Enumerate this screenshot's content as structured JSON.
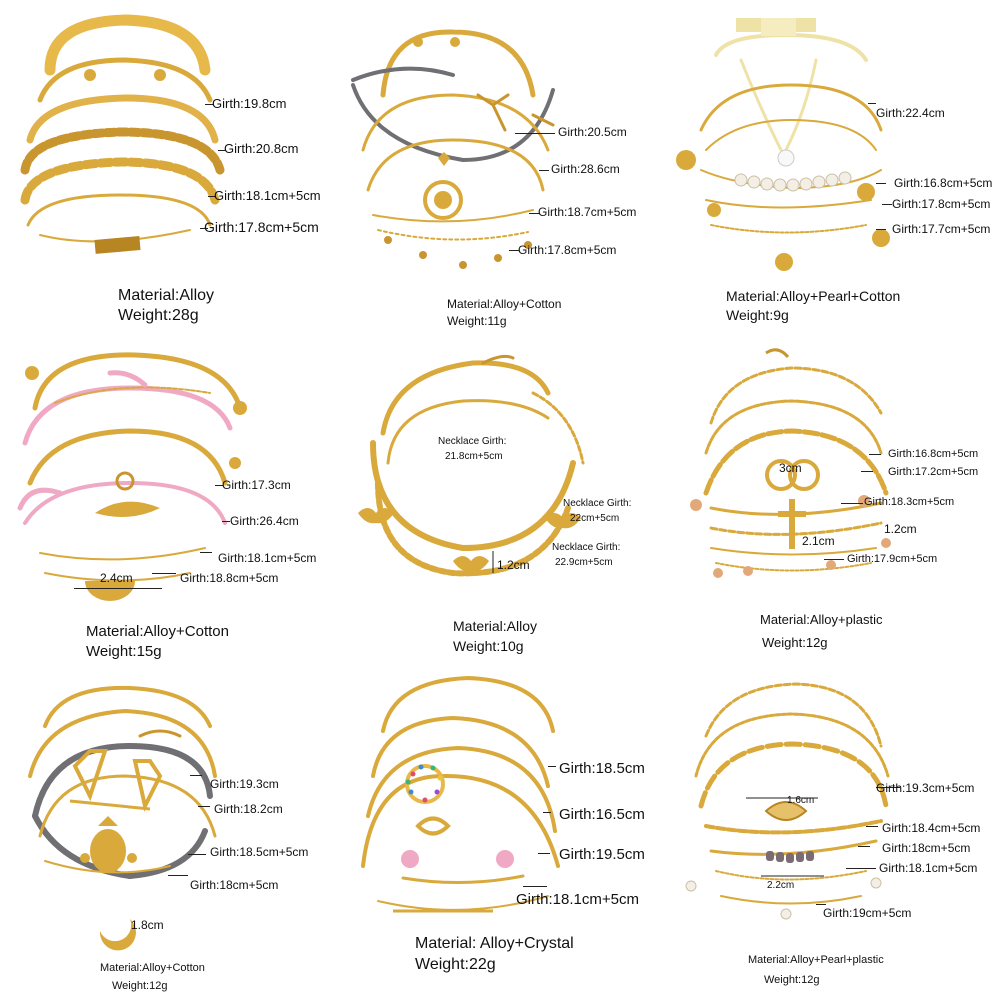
{
  "colors": {
    "gold": "#d9a93c",
    "gold_light": "#f2d27a",
    "gold_dark": "#a8781e",
    "pink": "#f0a9c4",
    "grey": "#6f6f74",
    "cream": "#efe2a6",
    "pearl": "#f4efe6"
  },
  "cells": [
    {
      "id": "p1",
      "girths": [
        "Girth:19.8cm",
        "Girth:20.8cm",
        "Girth:18.1cm+5cm",
        "Girth:17.8cm+5cm"
      ],
      "notes": [],
      "material": "Material:Alloy",
      "weight": "Weight:28g"
    },
    {
      "id": "p2",
      "girths": [
        "Girth:20.5cm",
        "Girth:28.6cm",
        "Girth:18.7cm+5cm",
        "Girth:17.8cm+5cm"
      ],
      "notes": [],
      "material": "Material:Alloy+Cotton",
      "weight": "Weight:11g"
    },
    {
      "id": "p3",
      "girths": [
        "Girth:22.4cm",
        "Girth:16.8cm+5cm",
        "Girth:17.8cm+5cm",
        "Girth:17.7cm+5cm"
      ],
      "notes": [],
      "material": "Material:Alloy+Pearl+Cotton",
      "weight": "Weight:9g"
    },
    {
      "id": "p4",
      "girths": [
        "Girth:17.3cm",
        "Girth:26.4cm",
        "Girth:18.1cm+5cm",
        "Girth:18.8cm+5cm"
      ],
      "notes": [
        "2.4cm"
      ],
      "material": "Material:Alloy+Cotton",
      "weight": "Weight:15g"
    },
    {
      "id": "p5",
      "girths": [
        "Necklace Girth:",
        "21.8cm+5cm",
        "Necklace Girth:",
        "22cm+5cm",
        "Necklace Girth:",
        "22.9cm+5cm"
      ],
      "notes": [
        "1.2cm"
      ],
      "material": "Material:Alloy",
      "weight": "Weight:10g"
    },
    {
      "id": "p6",
      "girths": [
        "Girth:16.8cm+5cm",
        "Girth:17.2cm+5cm",
        "Girth:18.3cm+5cm",
        "Girth:17.9cm+5cm"
      ],
      "notes": [
        "3cm",
        "1.2cm",
        "2.1cm"
      ],
      "material": "Material:Alloy+plastic",
      "weight": "Weight:12g"
    },
    {
      "id": "p7",
      "girths": [
        "Girth:19.3cm",
        "Girth:18.2cm",
        "Girth:18.5cm+5cm",
        "Girth:18cm+5cm"
      ],
      "notes": [
        "1.8cm"
      ],
      "material": "Material:Alloy+Cotton",
      "weight": "Weight:12g"
    },
    {
      "id": "p8",
      "girths": [
        "Girth:18.5cm",
        "Girth:16.5cm",
        "Girth:19.5cm",
        "Girth:18.1cm+5cm"
      ],
      "notes": [],
      "material": "Material: Alloy+Crystal",
      "weight": "Weight:22g"
    },
    {
      "id": "p9",
      "girths": [
        "Girth:19.3cm+5cm",
        "Girth:18.4cm+5cm",
        "Girth:18cm+5cm",
        "Girth:18.1cm+5cm",
        "Girth:19cm+5cm"
      ],
      "notes": [
        "1.6cm",
        "2.2cm"
      ],
      "material": "Material:Alloy+Pearl+plastic",
      "weight": "Weight:12g"
    }
  ]
}
